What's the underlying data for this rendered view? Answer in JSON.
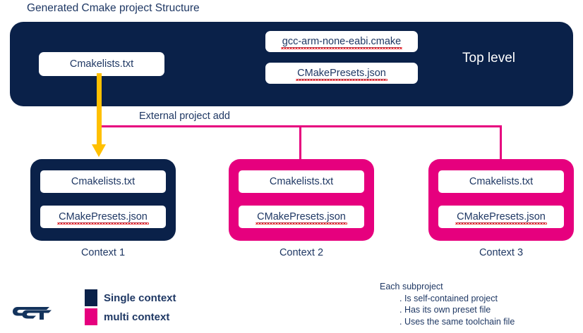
{
  "title": "Generated Cmake project Structure",
  "colors": {
    "navy": "#0a2149",
    "pink": "#e6007e",
    "yellow": "#ffc000",
    "text_navy": "#1f3864",
    "spellcheck_red": "#e8232a",
    "white": "#ffffff"
  },
  "top_level": {
    "label": "Top level",
    "files": {
      "cmakelists": "Cmakelists.txt",
      "toolchain": "gcc-arm-none-eabi.cmake",
      "presets": "CMakePresets.json"
    }
  },
  "connector": {
    "label": "External project add"
  },
  "contexts": [
    {
      "caption": "Context 1",
      "kind": "single",
      "files": {
        "cmakelists": "Cmakelists.txt",
        "presets": "CMakePresets.json"
      }
    },
    {
      "caption": "Context 2",
      "kind": "multi",
      "files": {
        "cmakelists": "Cmakelists.txt",
        "presets": "CMakePresets.json"
      }
    },
    {
      "caption": "Context 3",
      "kind": "multi",
      "files": {
        "cmakelists": "Cmakelists.txt",
        "presets": "CMakePresets.json"
      }
    }
  ],
  "legend": {
    "items": [
      {
        "label": "Single context",
        "color": "#0a2149"
      },
      {
        "label": "multi context",
        "color": "#e6007e"
      }
    ]
  },
  "notes": {
    "heading": "Each subproject",
    "items": [
      ". Is self-contained project",
      ". Has its own preset file",
      ". Uses the same toolchain file"
    ]
  },
  "logo": {
    "name": "st-logo"
  }
}
